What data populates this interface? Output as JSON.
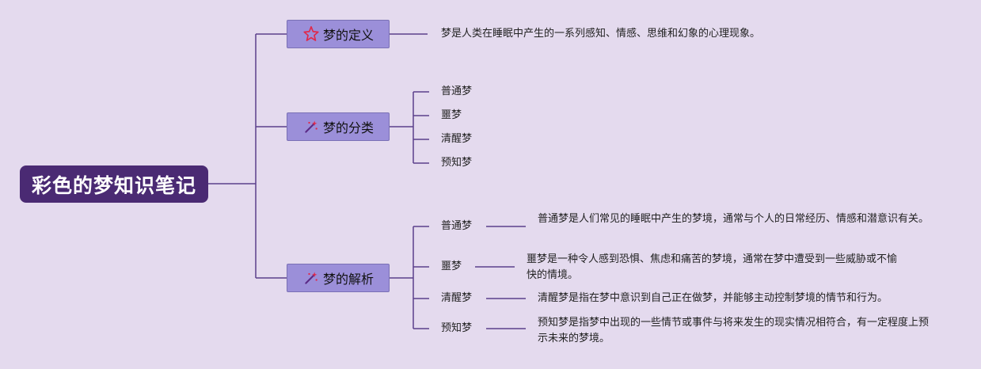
{
  "root": {
    "title": "彩色的梦知识笔记"
  },
  "branches": [
    {
      "title": "梦的定义",
      "icon": "star-icon",
      "text": "梦是人类在睡眠中产生的一系列感知、情感、思维和幻象的心理现象。"
    },
    {
      "title": "梦的分类",
      "icon": "magic-wand-icon",
      "items": [
        "普通梦",
        "噩梦",
        "清醒梦",
        "预知梦"
      ]
    },
    {
      "title": "梦的解析",
      "icon": "magic-wand-icon",
      "items": [
        {
          "label": "普通梦",
          "text": "普通梦是人们常见的睡眠中产生的梦境，通常与个人的日常经历、情感和潜意识有关。"
        },
        {
          "label": "噩梦",
          "text": "噩梦是一种令人感到恐惧、焦虑和痛苦的梦境，通常在梦中遭受到一些威胁或不愉快的情境。"
        },
        {
          "label": "清醒梦",
          "text": "清醒梦是指在梦中意识到自己正在做梦，并能够主动控制梦境的情节和行为。"
        },
        {
          "label": "预知梦",
          "text": "预知梦是指梦中出现的一些情节或事件与将来发生的现实情况相符合，有一定程度上预示未来的梦境。"
        }
      ]
    }
  ],
  "colors": {
    "background": "#e4daee",
    "root": "#4a2a73",
    "branch": "#9b8fd9",
    "line": "#5b3f8c"
  }
}
